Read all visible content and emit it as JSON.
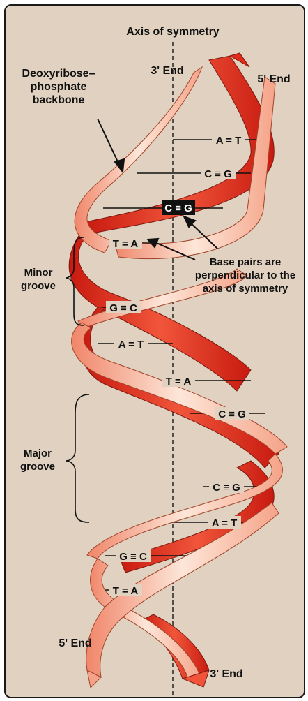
{
  "labels": {
    "axis_title": "Axis of symmetry",
    "top_left_end": "3' End",
    "top_right_end": "5' End",
    "bottom_left_end": "5' End",
    "bottom_right_end": "3' End",
    "backbone_line1": "Deoxyribose–",
    "backbone_line2": "phosphate",
    "backbone_line3": "backbone",
    "minor_line1": "Minor",
    "minor_line2": "groove",
    "major_line1": "Major",
    "major_line2": "groove",
    "perp_line1": "Base pairs are",
    "perp_line2": "perpendicular to the",
    "perp_line3": "axis of symmetry"
  },
  "base_pairs": [
    "A = T",
    "C ≡ G",
    "C ≡ G",
    "T = A",
    "G ≡ C",
    "A = T",
    "T = A",
    "C ≡ G",
    "C ≡ G",
    "A = T",
    "G ≡ C",
    "T = A"
  ],
  "colors": {
    "background": "#e0d1c0",
    "strand_back": "#e02a1a",
    "strand_front_light": "#fde6d8",
    "strand_front_dark": "#f0866a",
    "highlight_box": "#111111"
  }
}
